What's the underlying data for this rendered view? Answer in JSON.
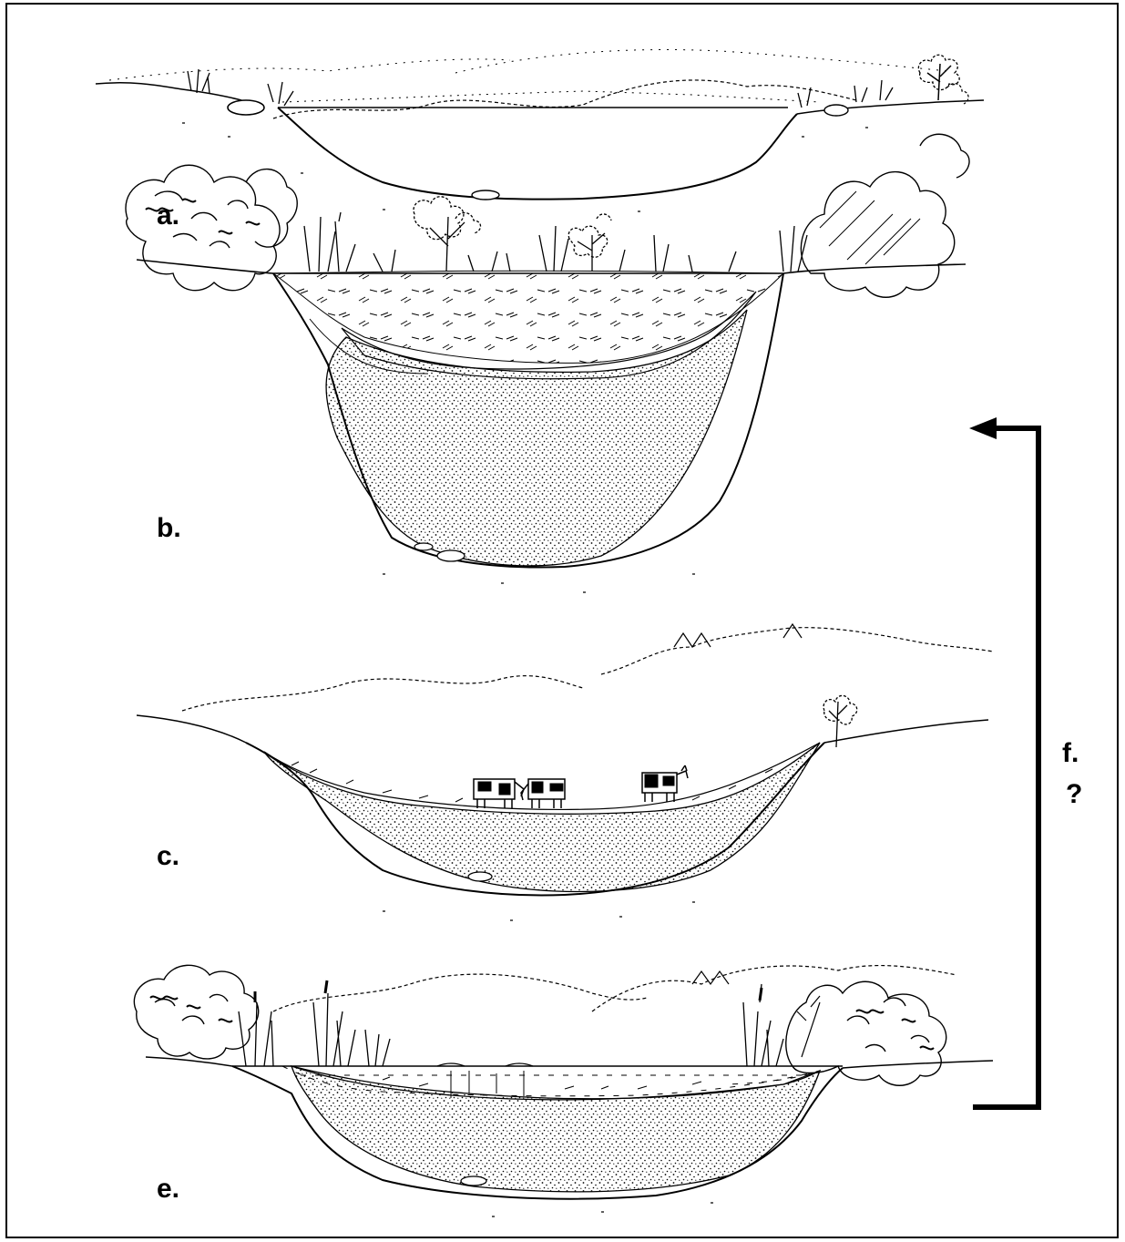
{
  "panels": [
    {
      "id": "a",
      "label": "a."
    },
    {
      "id": "b",
      "label": "b."
    },
    {
      "id": "c",
      "label": "c."
    },
    {
      "id": "e",
      "label": "e."
    }
  ],
  "cycle": {
    "label": "f.",
    "question": "?"
  },
  "colors": {
    "ink": "#000000",
    "paper": "#ffffff"
  }
}
